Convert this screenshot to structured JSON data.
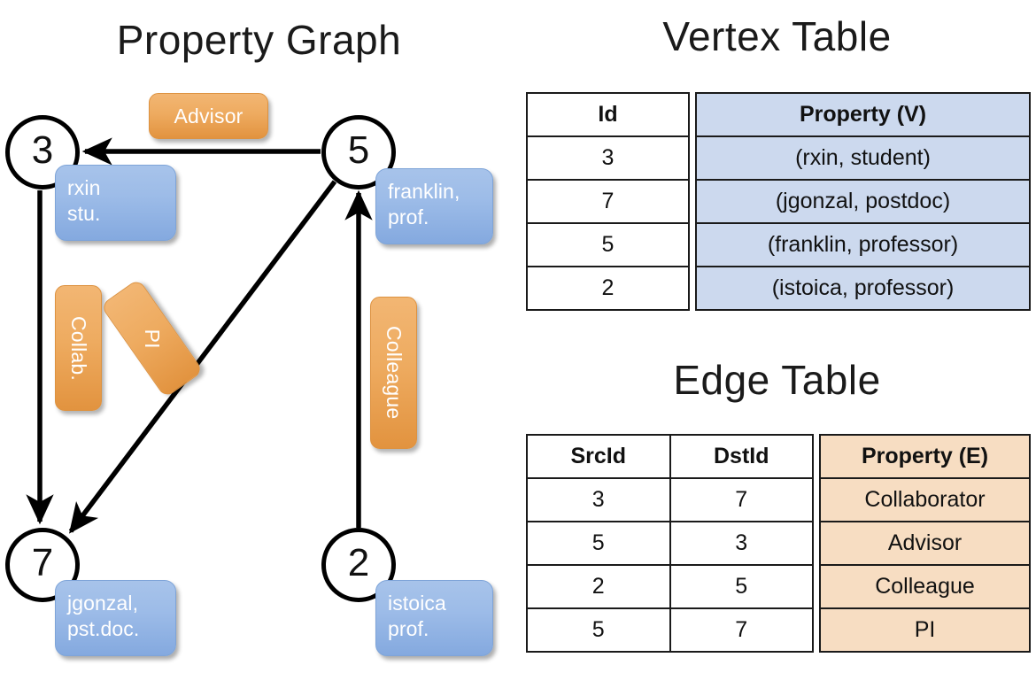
{
  "titles": {
    "property_graph": "Property Graph",
    "vertex_table": "Vertex Table",
    "edge_table": "Edge Table"
  },
  "graph": {
    "nodes": [
      {
        "id": "3",
        "label": "3",
        "property_lines": [
          "rxin",
          "stu."
        ]
      },
      {
        "id": "5",
        "label": "5",
        "property_lines": [
          "franklin,",
          "prof."
        ]
      },
      {
        "id": "7",
        "label": "7",
        "property_lines": [
          "jgonzal,",
          "pst.doc."
        ]
      },
      {
        "id": "2",
        "label": "2",
        "property_lines": [
          "istoica",
          "prof."
        ]
      }
    ],
    "edge_labels": [
      {
        "name": "advisor",
        "text": "Advisor"
      },
      {
        "name": "collab",
        "text": "Collab."
      },
      {
        "name": "pi",
        "text": "PI"
      },
      {
        "name": "colleague",
        "text": "Colleague"
      }
    ],
    "colors": {
      "vertex_box": "#9dbce8",
      "edge_box": "#eeab60",
      "stroke": "#000000"
    }
  },
  "vertex_table": {
    "headers": [
      "Id",
      "Property (V)"
    ],
    "rows": [
      {
        "id": "3",
        "property": "(rxin, student)"
      },
      {
        "id": "7",
        "property": "(jgonzal, postdoc)"
      },
      {
        "id": "5",
        "property": "(franklin, professor)"
      },
      {
        "id": "2",
        "property": "(istoica, professor)"
      }
    ],
    "accent": "#ccd9ee"
  },
  "edge_table": {
    "headers": [
      "SrcId",
      "DstId",
      "Property (E)"
    ],
    "rows": [
      {
        "src": "3",
        "dst": "7",
        "property": "Collaborator"
      },
      {
        "src": "5",
        "dst": "3",
        "property": "Advisor"
      },
      {
        "src": "2",
        "dst": "5",
        "property": "Colleague"
      },
      {
        "src": "5",
        "dst": "7",
        "property": "PI"
      }
    ],
    "accent": "#f7ddc2"
  }
}
